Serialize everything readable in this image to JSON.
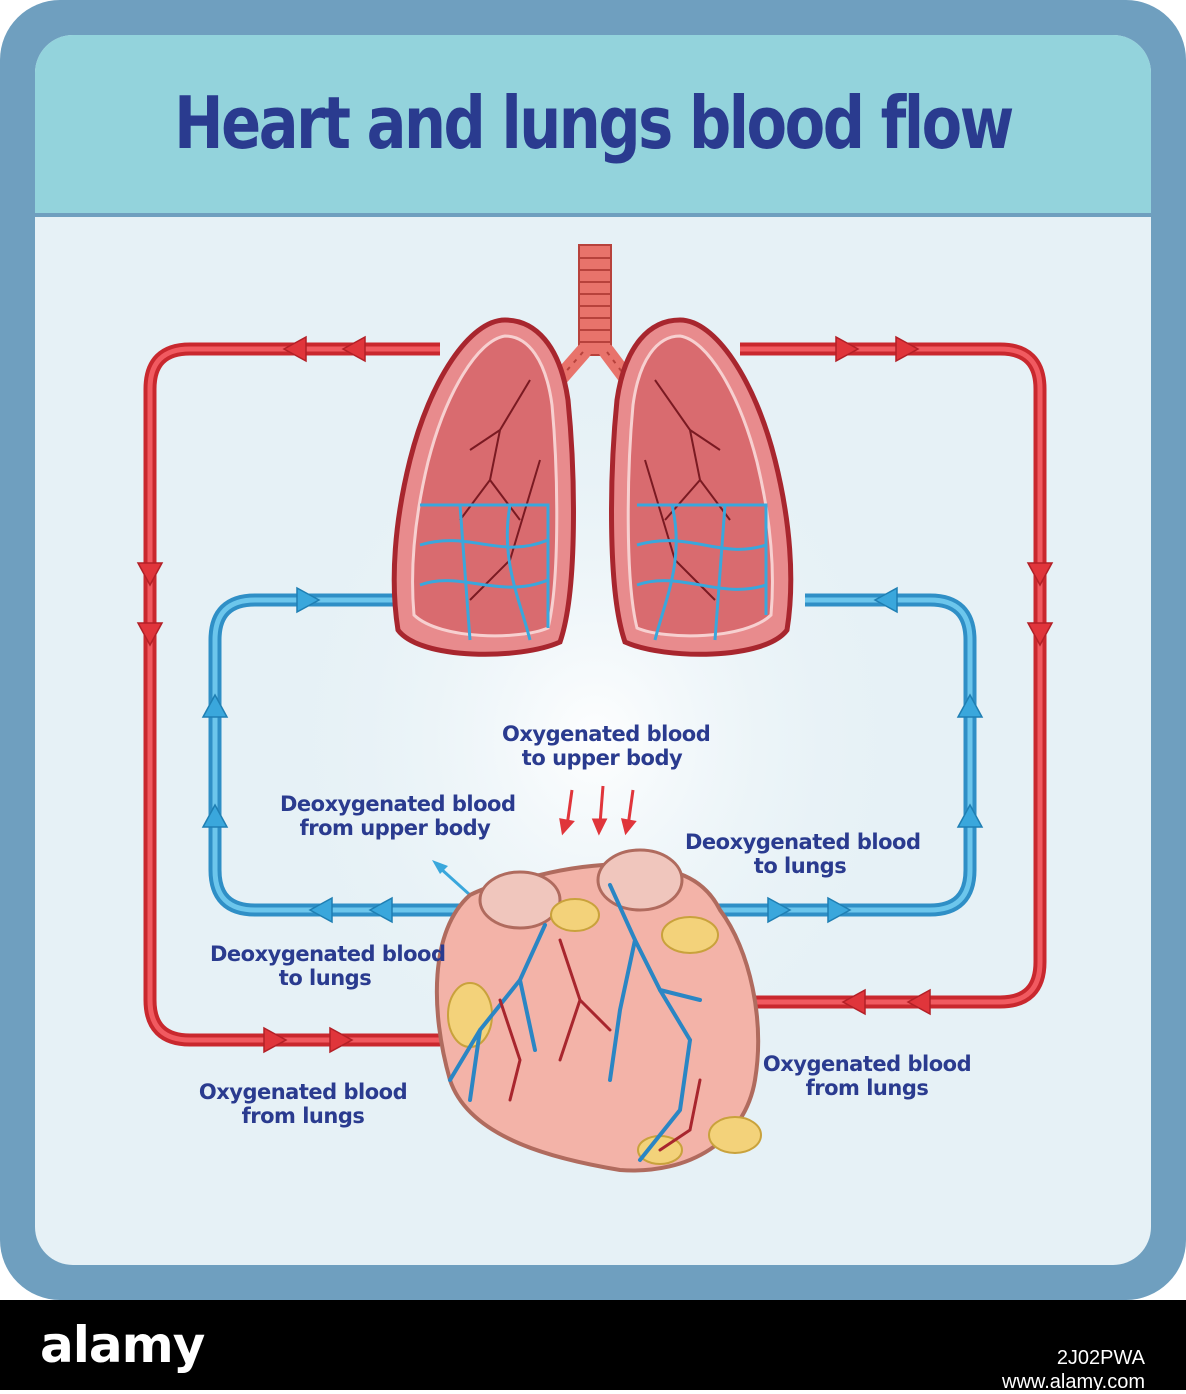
{
  "title": "Heart and lungs blood flow",
  "labels": {
    "oxy_upper": [
      "Oxygenated blood",
      "to upper body"
    ],
    "deoxy_from_upper": [
      "Deoxygenated blood",
      "from upper body"
    ],
    "deoxy_to_lungs_right": [
      "Deoxygenated blood",
      "to lungs"
    ],
    "deoxy_to_lungs_left": [
      "Deoxygenated blood",
      "to lungs"
    ],
    "oxy_from_lungs_right": [
      "Oxygenated blood",
      "from lungs"
    ],
    "oxy_from_lungs_left": [
      "Oxygenated blood",
      "from lungs"
    ]
  },
  "footer": {
    "logo": "alamy",
    "image_id": "2J02PWA",
    "site": "www.alamy.com"
  },
  "colors": {
    "oxygenated": "#e0353b",
    "deoxygenated": "#3aa7dc",
    "text": "#2a3b8f",
    "frame": "#6f9fbf",
    "header": "#93d3dc"
  },
  "icons": [
    "lungs-icon",
    "trachea-icon",
    "heart-icon",
    "flow-arrow-icon"
  ]
}
